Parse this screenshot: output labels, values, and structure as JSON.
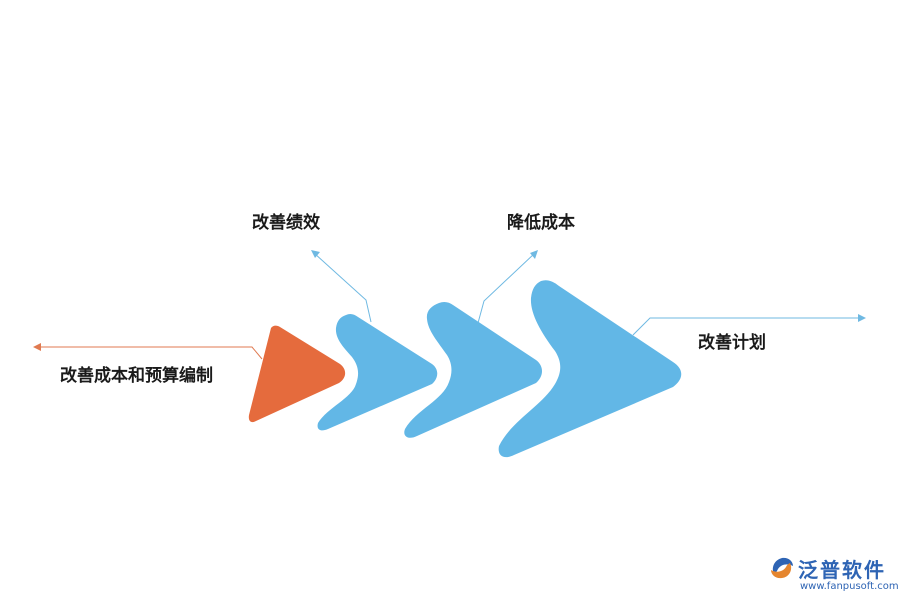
{
  "labels": {
    "left": "改善成本和预算编制",
    "top_first": "改善绩效",
    "top_second": "降低成本",
    "right": "改善计划"
  },
  "logo": {
    "brand": "泛普软件",
    "url": "www.fanpusoft.com"
  },
  "colors": {
    "orange": "#e56b3d",
    "blue": "#62b7e6",
    "orange_line": "#e07a50",
    "blue_line": "#6fb9e2",
    "brand": "#2e64b4"
  }
}
